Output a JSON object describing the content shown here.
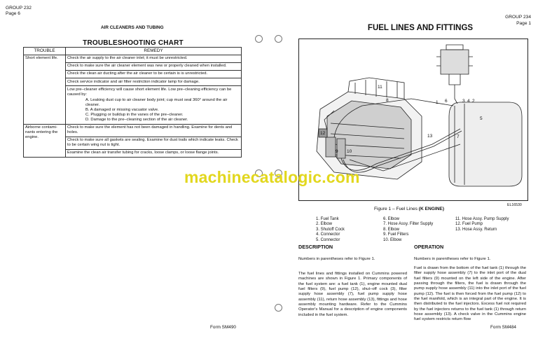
{
  "left_page": {
    "group": "GROUP 232",
    "page": "Page 6",
    "section_title": "AIR CLEANERS AND TUBING",
    "chart_title": "TROUBLESHOOTING CHART",
    "columns": [
      "TROUBLE",
      "REMEDY"
    ],
    "rows": [
      {
        "trouble": "Short element life.",
        "remedy": "Check the air supply to the air cleaner inlet; it must be unrestricted."
      },
      {
        "trouble": "",
        "remedy": "Check to make sure the air cleaner element was new or properly cleaned when installed."
      },
      {
        "trouble": "",
        "remedy": "Check the clean air ducting after the air cleaner to be certain is is unrestricted."
      },
      {
        "trouble": "",
        "remedy": "Check service indicator and air filter restriction indicator lamp for damage."
      },
      {
        "trouble": "",
        "remedy": "Low pre–cleaner efficiency will cause short element life. Low pre–cleaning efficiency can be caused by:"
      },
      {
        "trouble": "Airborne contami-nants entering the engine.",
        "remedy": "Check to make sure the element has not been damaged in handling. Examine for dents and holes."
      },
      {
        "trouble": "",
        "remedy": "Check to make sure all gaskets are sealing. Examine for dust trails which indicate leaks. Check to be certain wing nut is tight."
      },
      {
        "trouble": "",
        "remedy": "Examine the clean air transfer tubing for cracks, loose clamps, or loose flange joints."
      }
    ],
    "precleaner_causes": [
      "A.   Leaking dust cup to air cleaner body joint; cup must seal 360° around the air cleaner.",
      "B.   A damaged or missing vacuator valve.",
      "C.   Plugging or buildup in the vanes of the pre–cleaner.",
      "D.   Damage to the pre–cleaning section of the air cleaner."
    ],
    "form": "Form SM490"
  },
  "right_page": {
    "group": "GROUP 234",
    "page": "Page 1",
    "title": "FUEL LINES AND FITTINGS",
    "figure_code": "EL16530",
    "figure_caption_prefix": "Figure 1 – Fuel Lines ",
    "figure_caption_bold": "(K ENGINE)",
    "callouts": [
      "11",
      "8",
      "12",
      "9",
      "10",
      "1",
      "6",
      "3",
      "4",
      "2",
      "5",
      "7",
      "13"
    ],
    "legend": {
      "col1": [
        "1. Fuel Tank",
        "2. Elbow",
        "3. Shutoff Cock",
        "4. Connector",
        "5. Connector"
      ],
      "col2": [
        "6. Elbow",
        "7. Hose Assy. Filter Supply",
        "8. Elbow",
        "9. Fuel Filters",
        "10. Elbow"
      ],
      "col3": [
        "11. Hose Assy. Pump Supply",
        "12. Fuel Pump",
        "13. Hose Assy. Return"
      ]
    },
    "description_heading": "DESCRIPTION",
    "description_p1": "Numbers in parentheses refer to Figure 1.",
    "description_p2": "The fuel lines and fittings installed on Cummins powered machines are shown in Figure 1. Primary components of the fuel system are: a fuel tank (1), engine mounted dual fuel filters (9), fuel pump (12), shut–off cock (3), filter supply hose assembly (7), fuel pump supply hose assembly (11), return hose assembly (13), fittings and hose assembly mounting hardware. Refer to the Cummins Operator's Manual for a description of engine components included in the fuel system.",
    "operation_heading": "OPERATION",
    "operation_p1": "Numbers in parentheses refer to Figure 1.",
    "operation_p2": "Fuel is drawn from the bottom of the fuel tank (1) through the filter supply hose assembly (7) to the inlet port of the dual fuel filters (9) mounted on the left side of the engine. After passing through the filters, the fuel is drawn through the pump supply hose assembly (11) into the inlet port of the fuel pump (12). The fuel is then forced from the fuel pump (12) to the fuel manifold, which is an integral part of the engine. It is then distributed to the fuel injectors. Excess fuel not required by the fuel injectors returns to the fuel tank (1) through return hose assembly (13). A check valve in the Cummins engine fuel system restricts return flow",
    "form": "Form SM484"
  },
  "watermark": "machinecatalogic.com",
  "colors": {
    "watermark": "#e2d71e",
    "ink": "#111111"
  }
}
